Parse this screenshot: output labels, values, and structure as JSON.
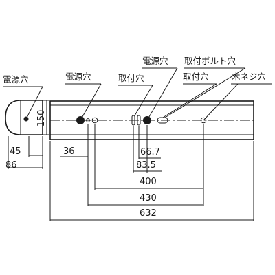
{
  "labels": {
    "side_power_hole": "電源穴",
    "power_hole_left": "電源穴",
    "mount_hole_left": "取付穴",
    "power_hole_center": "電源穴",
    "mount_bolt_hole": "取付ボルト穴",
    "mount_hole_right": "取付穴",
    "wood_screw_hole": "木ネジ穴"
  },
  "dimensions": {
    "height": "150",
    "side_inner": "45",
    "side_outer": "86",
    "hole_offset": "36",
    "d_66_7": "66.7",
    "d_83_5": "83.5",
    "d_400": "400",
    "d_430": "430",
    "d_632": "632"
  }
}
